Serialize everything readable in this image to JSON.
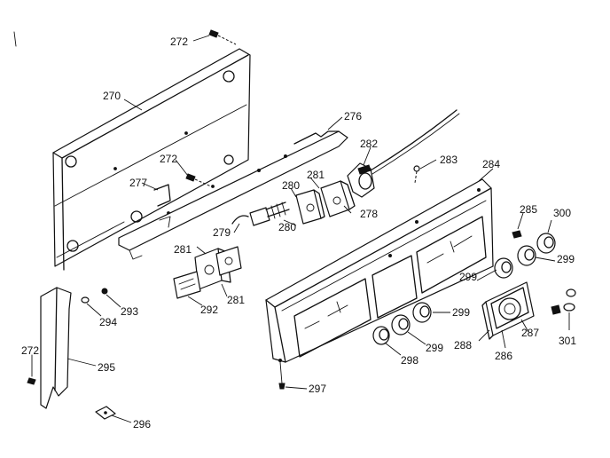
{
  "diagram": {
    "labels": {
      "p270": "270",
      "p272_top": "272",
      "p272_mid": "272",
      "p272_left": "272",
      "p276": "276",
      "p277": "277",
      "p278": "278",
      "p279": "279",
      "p280_a": "280",
      "p280_b": "280",
      "p281_a": "281",
      "p281_b": "281",
      "p281_c": "281",
      "p282": "282",
      "p283": "283",
      "p284": "284",
      "p285": "285",
      "p286": "286",
      "p287": "287",
      "p288": "288",
      "p292": "292",
      "p293": "293",
      "p294": "294",
      "p295": "295",
      "p296": "296",
      "p297": "297",
      "p298": "298",
      "p299_a": "299",
      "p299_b": "299",
      "p299_c": "299",
      "p299_d": "299",
      "p300": "300",
      "p301": "301"
    }
  }
}
